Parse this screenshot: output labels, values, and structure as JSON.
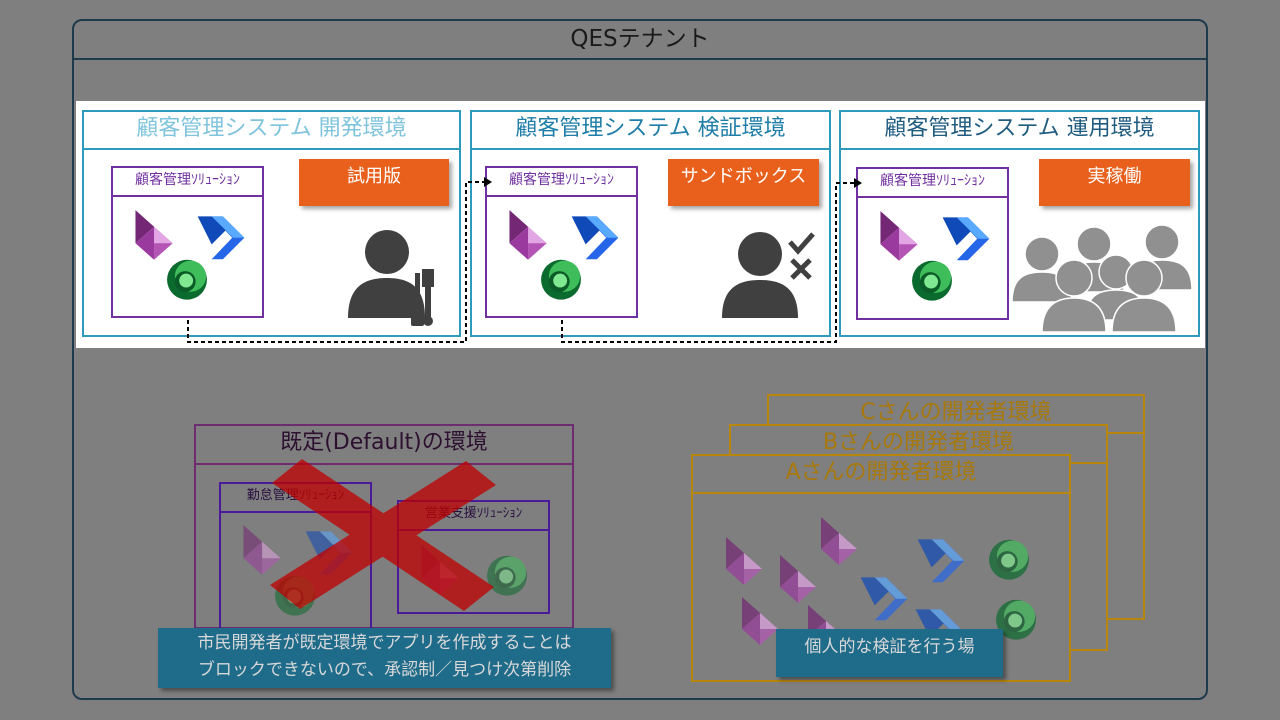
{
  "tenant": {
    "title": "QESテナント"
  },
  "environments": [
    {
      "title": "顧客管理システム 開発環境",
      "solution": "顧客管理ｿﾘｭｰｼｮﾝ",
      "badge": "試用版",
      "title_color": "#7fc4dc"
    },
    {
      "title": "顧客管理システム 検証環境",
      "solution": "顧客管理ｿﾘｭｰｼｮﾝ",
      "badge": "サンドボックス",
      "title_color": "#1f7ea8"
    },
    {
      "title": "顧客管理システム 運用環境",
      "solution": "顧客管理ｿﾘｭｰｼｮﾝ",
      "badge": "実稼働",
      "title_color": "#1f5c80"
    }
  ],
  "default_env": {
    "title": "既定(Default)の環境",
    "solutions": [
      "勤怠管理ｿﾘｭｰｼｮﾝ",
      "営業支援ｿﾘｭｰｼｮﾝ"
    ],
    "note_line1": "市民開発者が既定環境でアプリを作成することは",
    "note_line2": "ブロックできないので、承認制／見つけ次第削除"
  },
  "developer_envs": {
    "titles": [
      "Cさんの開発者環境",
      "Bさんの開発者環境",
      "Aさんの開発者環境"
    ],
    "note": "個人的な検証を行う場"
  },
  "icons": [
    "power-apps-icon",
    "power-automate-icon",
    "dataverse-icon",
    "developer-person-icon",
    "tester-person-icon",
    "users-group-icon",
    "prohibited-cross-icon"
  ],
  "colors": {
    "accent_orange": "#e8601c",
    "environment_border": "#2e9bbd",
    "solution_border": "#7030a0",
    "developer_border": "#b8860b",
    "callout_blue": "#1f6b8a"
  }
}
